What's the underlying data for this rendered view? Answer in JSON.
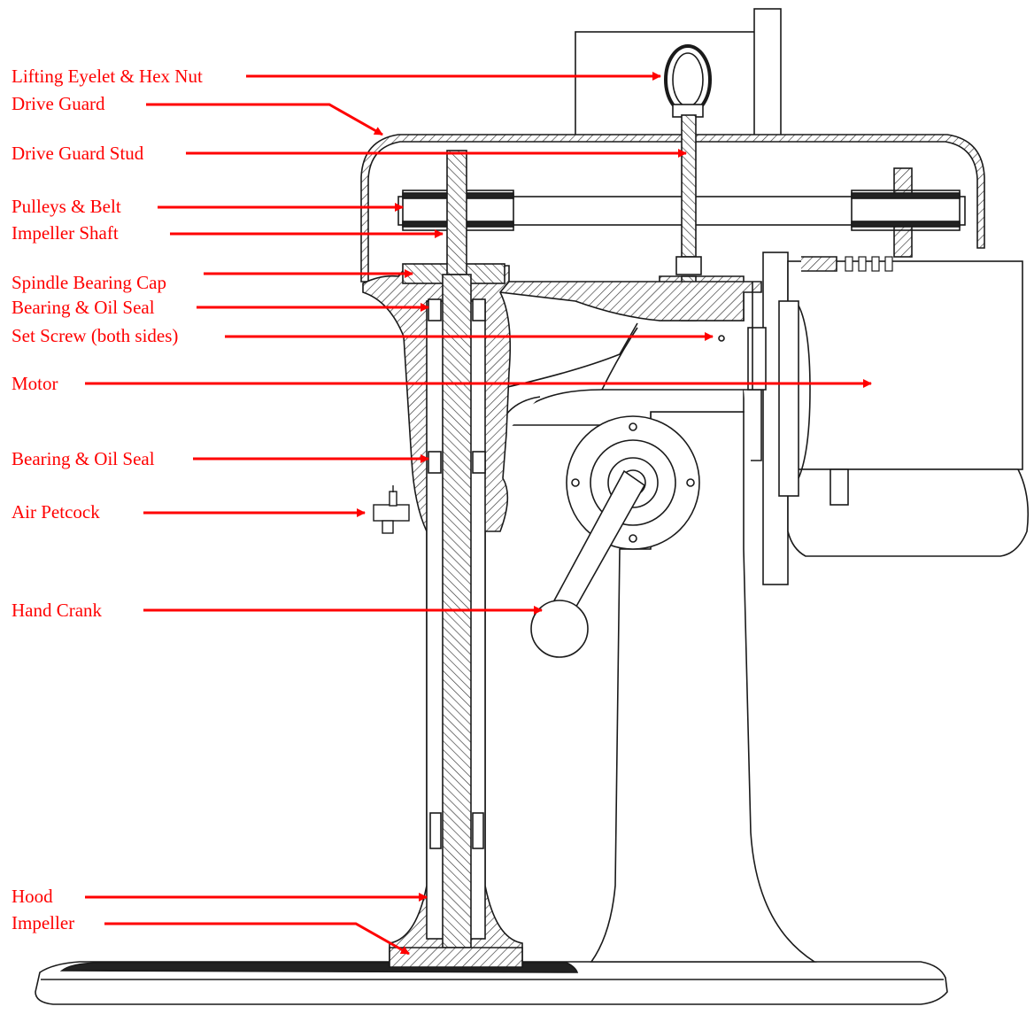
{
  "diagram": {
    "labels": [
      {
        "id": "lifting-eyelet",
        "text": "Lifting Eyelet & Hex Nut"
      },
      {
        "id": "drive-guard",
        "text": "Drive Guard"
      },
      {
        "id": "drive-guard-stud",
        "text": "Drive Guard Stud"
      },
      {
        "id": "pulleys-belt",
        "text": "Pulleys & Belt"
      },
      {
        "id": "impeller-shaft",
        "text": "Impeller Shaft"
      },
      {
        "id": "spindle-bearing-cap",
        "text": "Spindle Bearing Cap"
      },
      {
        "id": "bearing-oil-seal-top",
        "text": "Bearing & Oil Seal"
      },
      {
        "id": "set-screw",
        "text": "Set Screw (both sides)"
      },
      {
        "id": "motor",
        "text": "Motor"
      },
      {
        "id": "bearing-oil-seal-lower",
        "text": "Bearing & Oil Seal"
      },
      {
        "id": "air-petcock",
        "text": "Air Petcock"
      },
      {
        "id": "hand-crank",
        "text": "Hand Crank"
      },
      {
        "id": "hood",
        "text": "Hood"
      },
      {
        "id": "impeller",
        "text": "Impeller"
      }
    ],
    "colors": {
      "label": "#ff0000",
      "line": "#1a1a1a",
      "hatch": "#444444",
      "background": "#ffffff"
    }
  }
}
